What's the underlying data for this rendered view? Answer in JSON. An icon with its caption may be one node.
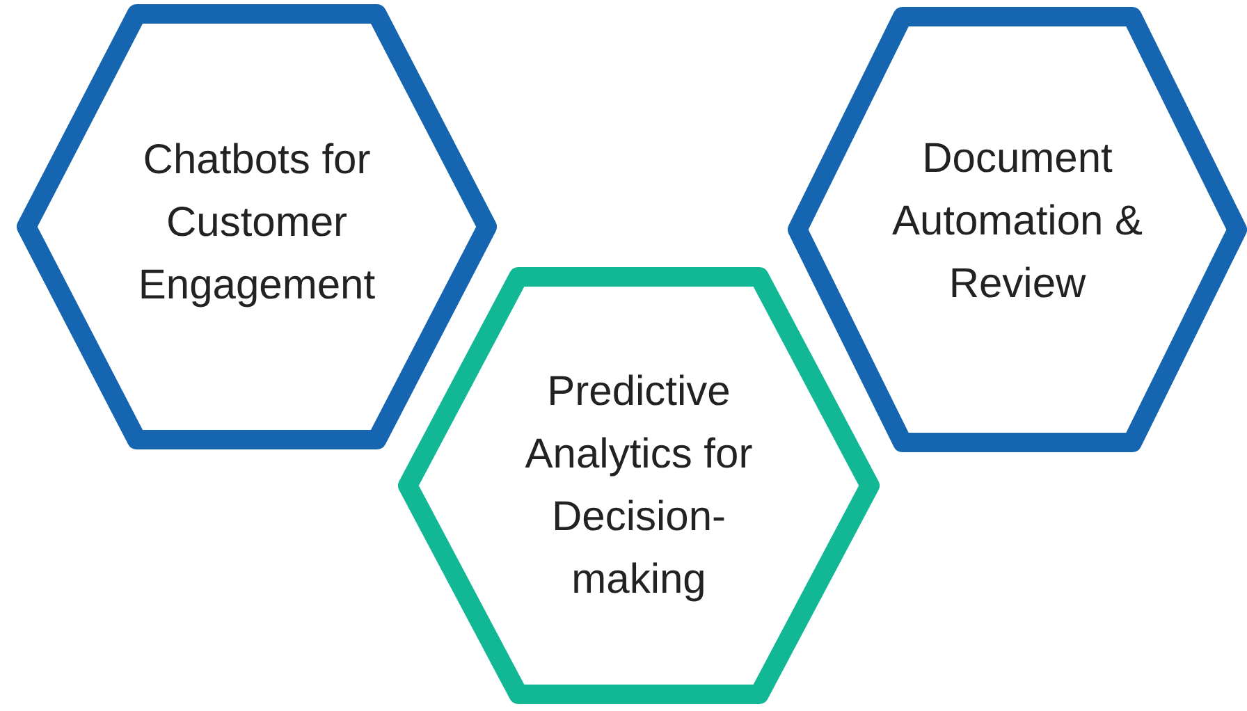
{
  "diagram": {
    "nodes": [
      {
        "text": [
          "Chatbots for Customer Engagement"
        ]
      },
      {
        "text": [
          "Predictive Analytics for Decision-making"
        ]
      },
      {
        "text": [
          "Document Automation & Review"
        ]
      }
    ]
  }
}
